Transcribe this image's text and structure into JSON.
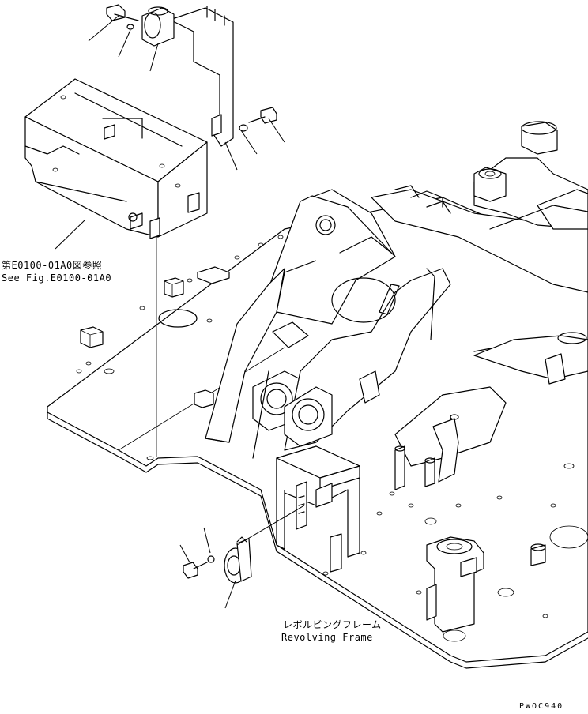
{
  "callout_ref": {
    "line_jp": "第E0100-01A0図参照",
    "line_en": "See Fig.E0100-01A0"
  },
  "frame_label": {
    "line_jp": "レボルビングフレーム",
    "line_en": "Revolving Frame"
  },
  "drawing_code": "PWOC940"
}
